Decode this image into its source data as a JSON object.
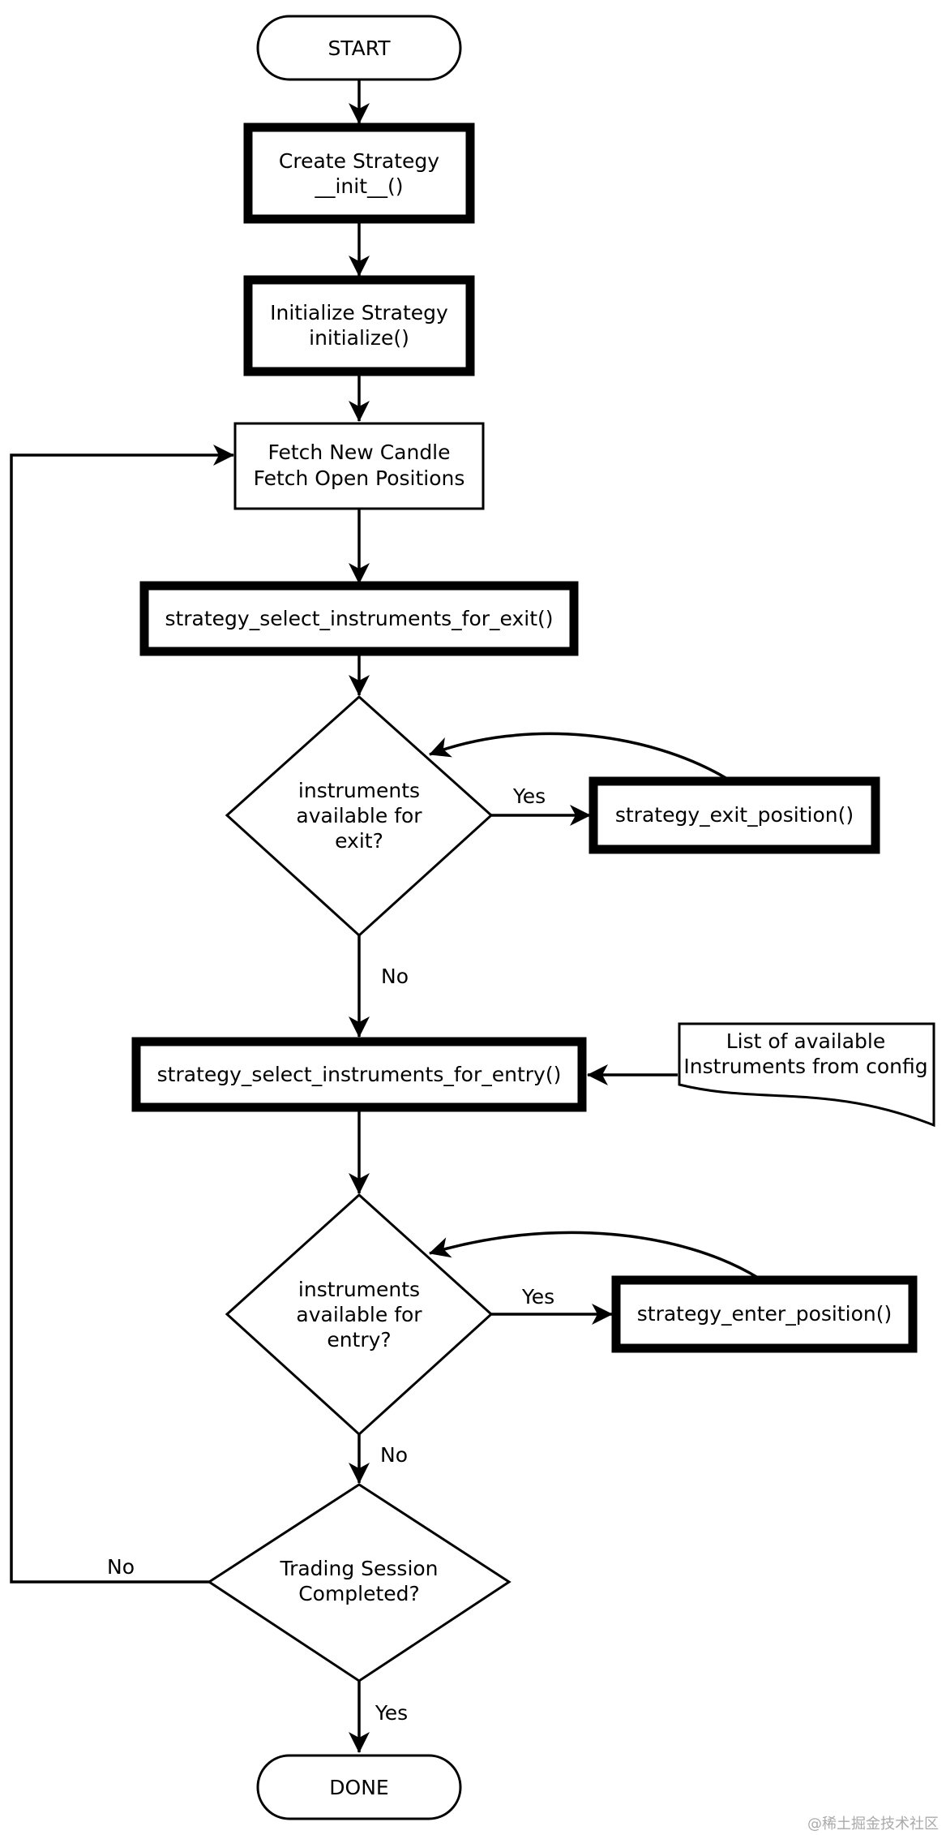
{
  "nodes": {
    "start": "START",
    "create_l1": "Create Strategy",
    "create_l2": "__init__()",
    "init_l1": "Initialize Strategy",
    "init_l2": "initialize()",
    "fetch_l1": "Fetch New Candle",
    "fetch_l2": "Fetch Open Positions",
    "select_exit": "strategy_select_instruments_for_exit()",
    "dec_exit_l1": "instruments",
    "dec_exit_l2": "available for",
    "dec_exit_l3": "exit?",
    "exit_position": "strategy_exit_position()",
    "select_entry": "strategy_select_instruments_for_entry()",
    "config_l1": "List of available",
    "config_l2": "Instruments from config",
    "dec_entry_l1": "instruments",
    "dec_entry_l2": "available for",
    "dec_entry_l3": "entry?",
    "enter_position": "strategy_enter_position()",
    "session_l1": "Trading Session",
    "session_l2": "Completed?",
    "done": "DONE"
  },
  "labels": {
    "exit_yes": "Yes",
    "exit_no": "No",
    "entry_yes": "Yes",
    "entry_no": "No",
    "session_no": "No",
    "session_yes": "Yes"
  },
  "watermark": "@稀土掘金技术社区"
}
